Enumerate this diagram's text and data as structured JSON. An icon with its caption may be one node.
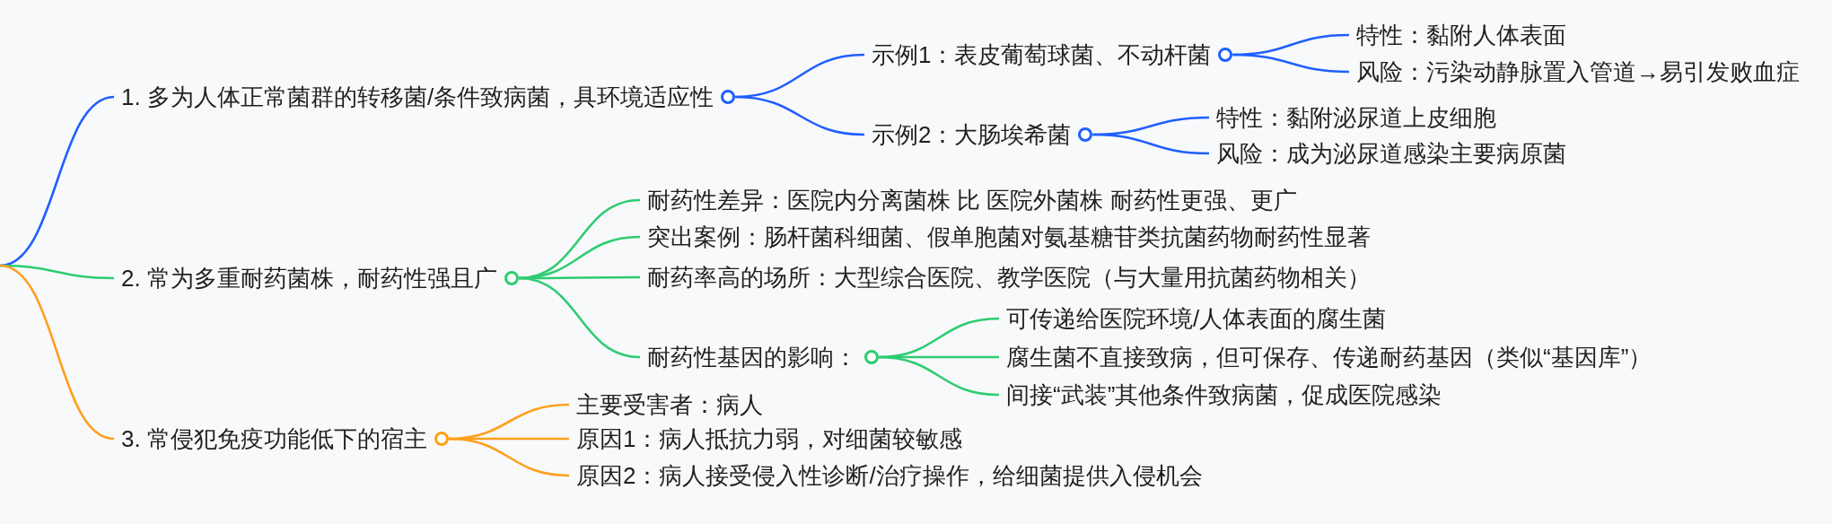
{
  "diagram": {
    "nodes": [
      {
        "text": [
          "1. 多为人体正常菌群的转移菌/条件致病菌，具环境适应性"
        ]
      },
      {
        "text": [
          "示例1：表皮葡萄球菌、不动杆菌"
        ]
      },
      {
        "text": [
          "特性：黏附人体表面"
        ]
      },
      {
        "text": [
          "风险：污染动静脉置入管道→易引发败血症"
        ]
      },
      {
        "text": [
          "示例2：大肠埃希菌"
        ]
      },
      {
        "text": [
          "特性：黏附泌尿道上皮细胞"
        ]
      },
      {
        "text": [
          "风险：成为泌尿道感染主要病原菌"
        ]
      },
      {
        "text": [
          "2. 常为多重耐药菌株，耐药性强且广"
        ]
      },
      {
        "text": [
          "耐药性差异：医院内分离菌株 比 医院外菌株 耐药性更强、更广"
        ]
      },
      {
        "text": [
          "突出案例：肠杆菌科细菌、假单胞菌对氨基糖苷类抗菌药物耐药性显著"
        ]
      },
      {
        "text": [
          "耐药率高的场所：大型综合医院、教学医院（与大量用抗菌药物相关）"
        ]
      },
      {
        "text": [
          "耐药性基因的影响："
        ]
      },
      {
        "text": [
          "可传递给医院环境/人体表面的腐生菌"
        ]
      },
      {
        "text": [
          "腐生菌不直接致病，但可保存、传递耐药基因（类似“基因库”）"
        ]
      },
      {
        "text": [
          "间接“武装”其他条件致病菌，促成医院感染"
        ]
      },
      {
        "text": [
          "3. 常侵犯免疫功能低下的宿主"
        ]
      },
      {
        "text": [
          "主要受害者：病人"
        ]
      },
      {
        "text": [
          "原因1：病人抵抗力弱，对细菌较敏感"
        ]
      },
      {
        "text": [
          "原因2：病人接受侵入性诊断/治疗操作，给细菌提供入侵机会"
        ]
      }
    ],
    "edges": [
      {
        "from": null,
        "to": 0,
        "arrow": "none",
        "color": "#1f5fff"
      },
      {
        "from": 0,
        "to": 1,
        "arrow": "none",
        "color": "#1f5fff"
      },
      {
        "from": 1,
        "to": 2,
        "arrow": "none",
        "color": "#1f5fff"
      },
      {
        "from": 1,
        "to": 3,
        "arrow": "none",
        "color": "#1f5fff"
      },
      {
        "from": 0,
        "to": 4,
        "arrow": "none",
        "color": "#1f5fff"
      },
      {
        "from": 4,
        "to": 5,
        "arrow": "none",
        "color": "#1f5fff"
      },
      {
        "from": 4,
        "to": 6,
        "arrow": "none",
        "color": "#1f5fff"
      },
      {
        "from": null,
        "to": 7,
        "arrow": "none"
      },
      {
        "from": 7,
        "to": 8,
        "arrow": "none"
      },
      {
        "from": 7,
        "to": 9,
        "arrow": "none"
      },
      {
        "from": 7,
        "to": 10,
        "arrow": "none"
      },
      {
        "from": 7,
        "to": 11,
        "arrow": "none"
      },
      {
        "from": 11,
        "to": 12,
        "arrow": "none"
      },
      {
        "from": 11,
        "to": 13,
        "arrow": "none"
      },
      {
        "from": 11,
        "to": 14,
        "arrow": "none"
      },
      {
        "from": null,
        "to": 15,
        "arrow": "none",
        "color": "#ff9f1c"
      },
      {
        "from": 15,
        "to": 16,
        "arrow": "none",
        "color": "#ff9f1c"
      },
      {
        "from": 15,
        "to": 17,
        "arrow": "none",
        "color": "#ff9f1c"
      },
      {
        "from": 15,
        "to": 18,
        "arrow": "none",
        "color": "#ff9f1c"
      }
    ]
  }
}
